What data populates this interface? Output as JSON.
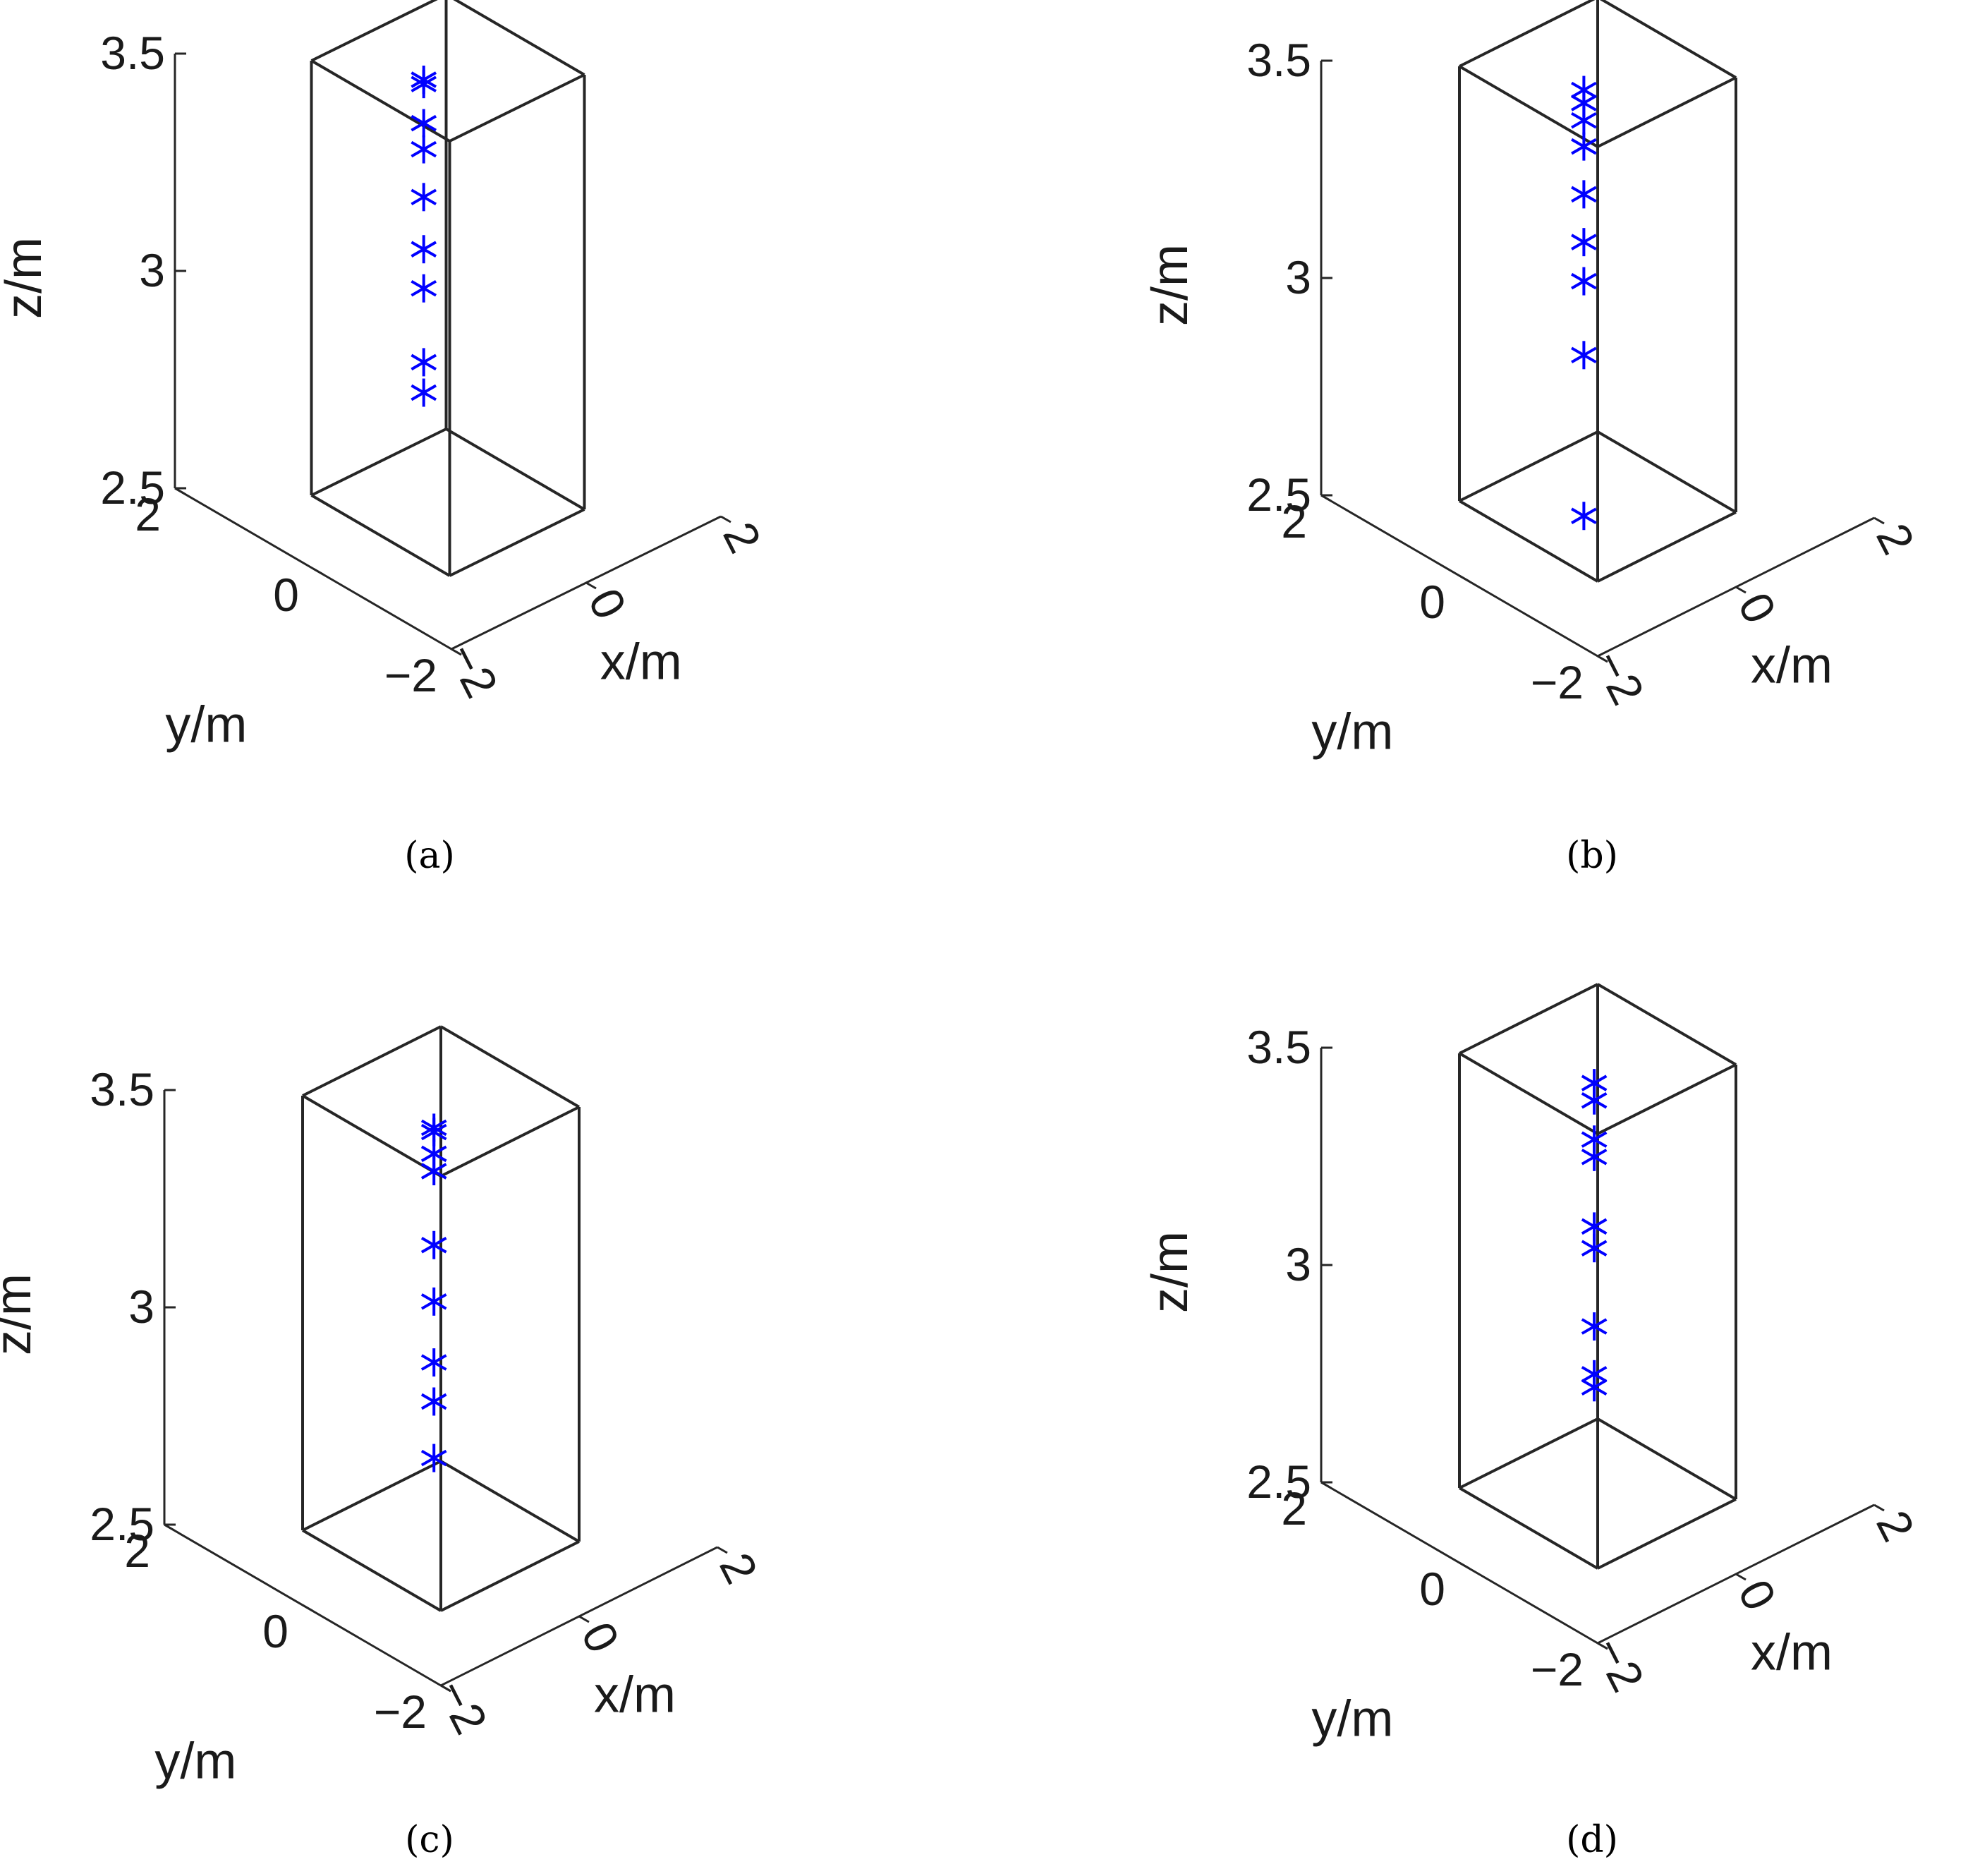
{
  "chart_data": [
    {
      "type": "scatter3d",
      "caption": "(a)",
      "xlabel": "x/m",
      "ylabel": "y/m",
      "zlabel": "z/m",
      "xlim": [
        -2,
        2
      ],
      "ylim": [
        -2,
        2
      ],
      "zlim": [
        2.5,
        3.5
      ],
      "xticks": [
        "−2",
        "0",
        "2"
      ],
      "yticks": [
        "−2",
        "0",
        "2"
      ],
      "zticks": [
        "2.5",
        "3",
        "3.5"
      ],
      "marker": "asterisk",
      "color": "#0000ff",
      "room_box": {
        "x": [
          -1,
          1
        ],
        "y": [
          -1,
          1
        ],
        "z": [
          2.5,
          3.5
        ]
      },
      "points": [
        {
          "x": 0,
          "y": 0.35,
          "z": 3.44
        },
        {
          "x": 0,
          "y": 0.35,
          "z": 3.43
        },
        {
          "x": 0,
          "y": 0.35,
          "z": 3.34
        },
        {
          "x": 0,
          "y": 0.35,
          "z": 3.28
        },
        {
          "x": 0,
          "y": 0.35,
          "z": 3.17
        },
        {
          "x": 0,
          "y": 0.35,
          "z": 3.05
        },
        {
          "x": 0,
          "y": 0.35,
          "z": 2.96
        },
        {
          "x": 0,
          "y": 0.35,
          "z": 2.79
        },
        {
          "x": 0,
          "y": 0.35,
          "z": 2.72
        }
      ]
    },
    {
      "type": "scatter3d",
      "caption": "(b)",
      "xlabel": "x/m",
      "ylabel": "y/m",
      "zlabel": "z/m",
      "xlim": [
        -2,
        2
      ],
      "ylim": [
        -2,
        2
      ],
      "zlim": [
        2.5,
        3.5
      ],
      "xticks": [
        "−2",
        "0",
        "2"
      ],
      "yticks": [
        "−2",
        "0",
        "2"
      ],
      "zticks": [
        "2.5",
        "3",
        "3.5"
      ],
      "marker": "asterisk",
      "color": "#0000ff",
      "room_box": {
        "x": [
          -1,
          1
        ],
        "y": [
          -1,
          1
        ],
        "z": [
          2.5,
          3.5
        ]
      },
      "points": [
        {
          "x": 0,
          "y": 0.2,
          "z": 3.44
        },
        {
          "x": 0,
          "y": 0.2,
          "z": 3.41
        },
        {
          "x": 0,
          "y": 0.2,
          "z": 3.37
        },
        {
          "x": 0,
          "y": 0.2,
          "z": 3.31
        },
        {
          "x": 0,
          "y": 0.2,
          "z": 3.2
        },
        {
          "x": 0,
          "y": 0.2,
          "z": 3.09
        },
        {
          "x": 0,
          "y": 0.2,
          "z": 3.0
        },
        {
          "x": 0,
          "y": 0.2,
          "z": 2.83
        },
        {
          "x": 0,
          "y": 0.2,
          "z": 2.46
        }
      ]
    },
    {
      "type": "scatter3d",
      "caption": "(c)",
      "xlabel": "x/m",
      "ylabel": "y/m",
      "zlabel": "z/m",
      "xlim": [
        -2,
        2
      ],
      "ylim": [
        -2,
        2
      ],
      "zlim": [
        2.5,
        3.5
      ],
      "xticks": [
        "−2",
        "0",
        "2"
      ],
      "yticks": [
        "−2",
        "0",
        "2"
      ],
      "zticks": [
        "2.5",
        "3",
        "3.5"
      ],
      "marker": "asterisk",
      "color": "#0000ff",
      "room_box": {
        "x": [
          -1,
          1
        ],
        "y": [
          -1,
          1
        ],
        "z": [
          2.5,
          3.5
        ]
      },
      "points": [
        {
          "x": 0,
          "y": 0.1,
          "z": 3.43
        },
        {
          "x": 0,
          "y": 0.1,
          "z": 3.42
        },
        {
          "x": 0,
          "y": 0.1,
          "z": 3.37
        },
        {
          "x": 0,
          "y": 0.1,
          "z": 3.33
        },
        {
          "x": 0,
          "y": 0.1,
          "z": 3.16
        },
        {
          "x": 0,
          "y": 0.1,
          "z": 3.03
        },
        {
          "x": 0,
          "y": 0.1,
          "z": 2.89
        },
        {
          "x": 0,
          "y": 0.1,
          "z": 2.8
        },
        {
          "x": 0,
          "y": 0.1,
          "z": 2.67
        }
      ]
    },
    {
      "type": "scatter3d",
      "caption": "(d)",
      "xlabel": "x/m",
      "ylabel": "y/m",
      "zlabel": "z/m",
      "xlim": [
        -2,
        2
      ],
      "ylim": [
        -2,
        2
      ],
      "zlim": [
        2.5,
        3.5
      ],
      "xticks": [
        "−2",
        "0",
        "2"
      ],
      "yticks": [
        "−2",
        "0",
        "2"
      ],
      "zticks": [
        "2.5",
        "3",
        "3.5"
      ],
      "marker": "asterisk",
      "color": "#0000ff",
      "room_box": {
        "x": [
          -1,
          1
        ],
        "y": [
          -1,
          1
        ],
        "z": [
          2.5,
          3.5
        ]
      },
      "points": [
        {
          "x": 0,
          "y": 0.05,
          "z": 3.44
        },
        {
          "x": 0,
          "y": 0.05,
          "z": 3.4
        },
        {
          "x": 0,
          "y": 0.05,
          "z": 3.31
        },
        {
          "x": 0,
          "y": 0.05,
          "z": 3.27
        },
        {
          "x": 0,
          "y": 0.05,
          "z": 3.11
        },
        {
          "x": 0,
          "y": 0.05,
          "z": 3.06
        },
        {
          "x": 0,
          "y": 0.05,
          "z": 2.88
        },
        {
          "x": 0,
          "y": 0.05,
          "z": 2.77
        },
        {
          "x": 0,
          "y": 0.05,
          "z": 2.74
        }
      ]
    }
  ]
}
